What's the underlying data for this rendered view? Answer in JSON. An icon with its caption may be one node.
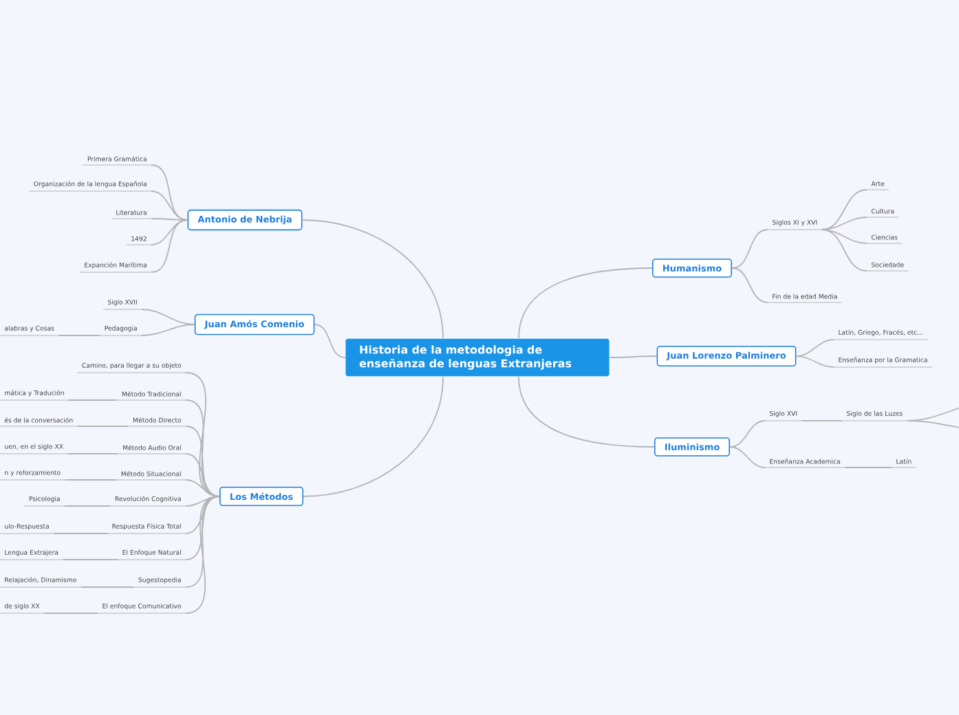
{
  "diagram": {
    "nodes": [
      {
        "text": [
          "Historia de la metodologia de enseñanza de lenguas Extranjeras"
        ]
      },
      {
        "text": [
          "Antonio de Nebrija"
        ]
      },
      {
        "text": [
          "Primera Gramática"
        ]
      },
      {
        "text": [
          "Organización de la lengua Española"
        ]
      },
      {
        "text": [
          "Literatura"
        ]
      },
      {
        "text": [
          "1492"
        ]
      },
      {
        "text": [
          "Expanción Marítima"
        ]
      },
      {
        "text": [
          "Juan Amós Comenio"
        ]
      },
      {
        "text": [
          "Siglo XVII"
        ]
      },
      {
        "text": [
          "Pedagogia"
        ]
      },
      {
        "text": [
          "alabras y Cosas"
        ]
      },
      {
        "text": [
          "Los Métodos"
        ]
      },
      {
        "text": [
          "Camino, para llegar a su objeto"
        ]
      },
      {
        "text": [
          "Método Tradicional"
        ]
      },
      {
        "text": [
          "mática y Tradución"
        ]
      },
      {
        "text": [
          "Método Directo"
        ]
      },
      {
        "text": [
          "és de la conversación"
        ]
      },
      {
        "text": [
          "Método Audio Oral"
        ]
      },
      {
        "text": [
          "uen, en el siglo XX"
        ]
      },
      {
        "text": [
          "Método Situacional"
        ]
      },
      {
        "text": [
          "n y reforzamiento"
        ]
      },
      {
        "text": [
          "Revolución Cognitiva"
        ]
      },
      {
        "text": [
          "Psicologia"
        ]
      },
      {
        "text": [
          "Respuesta Física Total"
        ]
      },
      {
        "text": [
          "ulo-Respuesta"
        ]
      },
      {
        "text": [
          "El Enfoque Natural"
        ]
      },
      {
        "text": [
          "Lengua Extrajera"
        ]
      },
      {
        "text": [
          "Sugestopedia"
        ]
      },
      {
        "text": [
          "Relajación, Dinamismo"
        ]
      },
      {
        "text": [
          "El enfoque Comunicativo"
        ]
      },
      {
        "text": [
          "de siglo XX"
        ]
      },
      {
        "text": [
          "Humanismo"
        ]
      },
      {
        "text": [
          "Siglos XI y XVI"
        ]
      },
      {
        "text": [
          "Arte"
        ]
      },
      {
        "text": [
          "Cultura"
        ]
      },
      {
        "text": [
          "Ciencias"
        ]
      },
      {
        "text": [
          "Sociedade"
        ]
      },
      {
        "text": [
          "Fin de la edad Media"
        ]
      },
      {
        "text": [
          "Juan Lorenzo Palminero"
        ]
      },
      {
        "text": [
          "Latín, Griego, Fracés, etc..."
        ]
      },
      {
        "text": [
          "Enseñanza por la Gramatica"
        ]
      },
      {
        "text": [
          "Iluminismo"
        ]
      },
      {
        "text": [
          "Siglo XVI"
        ]
      },
      {
        "text": [
          "Siglo de las Luzes"
        ]
      },
      {
        "text": [
          "Enseñanza Academica"
        ]
      },
      {
        "text": [
          "Latín"
        ]
      }
    ],
    "edges": [
      {
        "from": 0,
        "to": 1,
        "arrow": "none"
      },
      {
        "from": 0,
        "to": 7,
        "arrow": "none"
      },
      {
        "from": 0,
        "to": 11,
        "arrow": "none"
      },
      {
        "from": 0,
        "to": 31,
        "arrow": "none"
      },
      {
        "from": 0,
        "to": 38,
        "arrow": "none"
      },
      {
        "from": 0,
        "to": 41,
        "arrow": "none"
      },
      {
        "from": 1,
        "to": 2,
        "arrow": "none"
      },
      {
        "from": 1,
        "to": 3,
        "arrow": "none"
      },
      {
        "from": 1,
        "to": 4,
        "arrow": "none"
      },
      {
        "from": 1,
        "to": 5,
        "arrow": "none"
      },
      {
        "from": 1,
        "to": 6,
        "arrow": "none"
      },
      {
        "from": 7,
        "to": 8,
        "arrow": "none"
      },
      {
        "from": 7,
        "to": 9,
        "arrow": "none"
      },
      {
        "from": 9,
        "to": 10,
        "arrow": "none"
      },
      {
        "from": 11,
        "to": 12,
        "arrow": "none"
      },
      {
        "from": 11,
        "to": 13,
        "arrow": "none"
      },
      {
        "from": 13,
        "to": 14,
        "arrow": "none"
      },
      {
        "from": 11,
        "to": 15,
        "arrow": "none"
      },
      {
        "from": 15,
        "to": 16,
        "arrow": "none"
      },
      {
        "from": 11,
        "to": 17,
        "arrow": "none"
      },
      {
        "from": 17,
        "to": 18,
        "arrow": "none"
      },
      {
        "from": 11,
        "to": 19,
        "arrow": "none"
      },
      {
        "from": 19,
        "to": 20,
        "arrow": "none"
      },
      {
        "from": 11,
        "to": 21,
        "arrow": "none"
      },
      {
        "from": 21,
        "to": 22,
        "arrow": "none"
      },
      {
        "from": 11,
        "to": 23,
        "arrow": "none"
      },
      {
        "from": 23,
        "to": 24,
        "arrow": "none"
      },
      {
        "from": 11,
        "to": 25,
        "arrow": "none"
      },
      {
        "from": 25,
        "to": 26,
        "arrow": "none"
      },
      {
        "from": 11,
        "to": 27,
        "arrow": "none"
      },
      {
        "from": 27,
        "to": 28,
        "arrow": "none"
      },
      {
        "from": 11,
        "to": 29,
        "arrow": "none"
      },
      {
        "from": 29,
        "to": 30,
        "arrow": "none"
      },
      {
        "from": 31,
        "to": 32,
        "arrow": "none"
      },
      {
        "from": 32,
        "to": 33,
        "arrow": "none"
      },
      {
        "from": 32,
        "to": 34,
        "arrow": "none"
      },
      {
        "from": 32,
        "to": 35,
        "arrow": "none"
      },
      {
        "from": 32,
        "to": 36,
        "arrow": "none"
      },
      {
        "from": 31,
        "to": 37,
        "arrow": "none"
      },
      {
        "from": 38,
        "to": 39,
        "arrow": "none"
      },
      {
        "from": 38,
        "to": 40,
        "arrow": "none"
      },
      {
        "from": 41,
        "to": 42,
        "arrow": "none"
      },
      {
        "from": 42,
        "to": 43,
        "arrow": "none"
      },
      {
        "from": 43,
        "to": null,
        "arrow": "none"
      },
      {
        "from": 43,
        "to": null,
        "arrow": "none"
      },
      {
        "from": 41,
        "to": 44,
        "arrow": "none"
      },
      {
        "from": 44,
        "to": 45,
        "arrow": "none"
      }
    ]
  }
}
